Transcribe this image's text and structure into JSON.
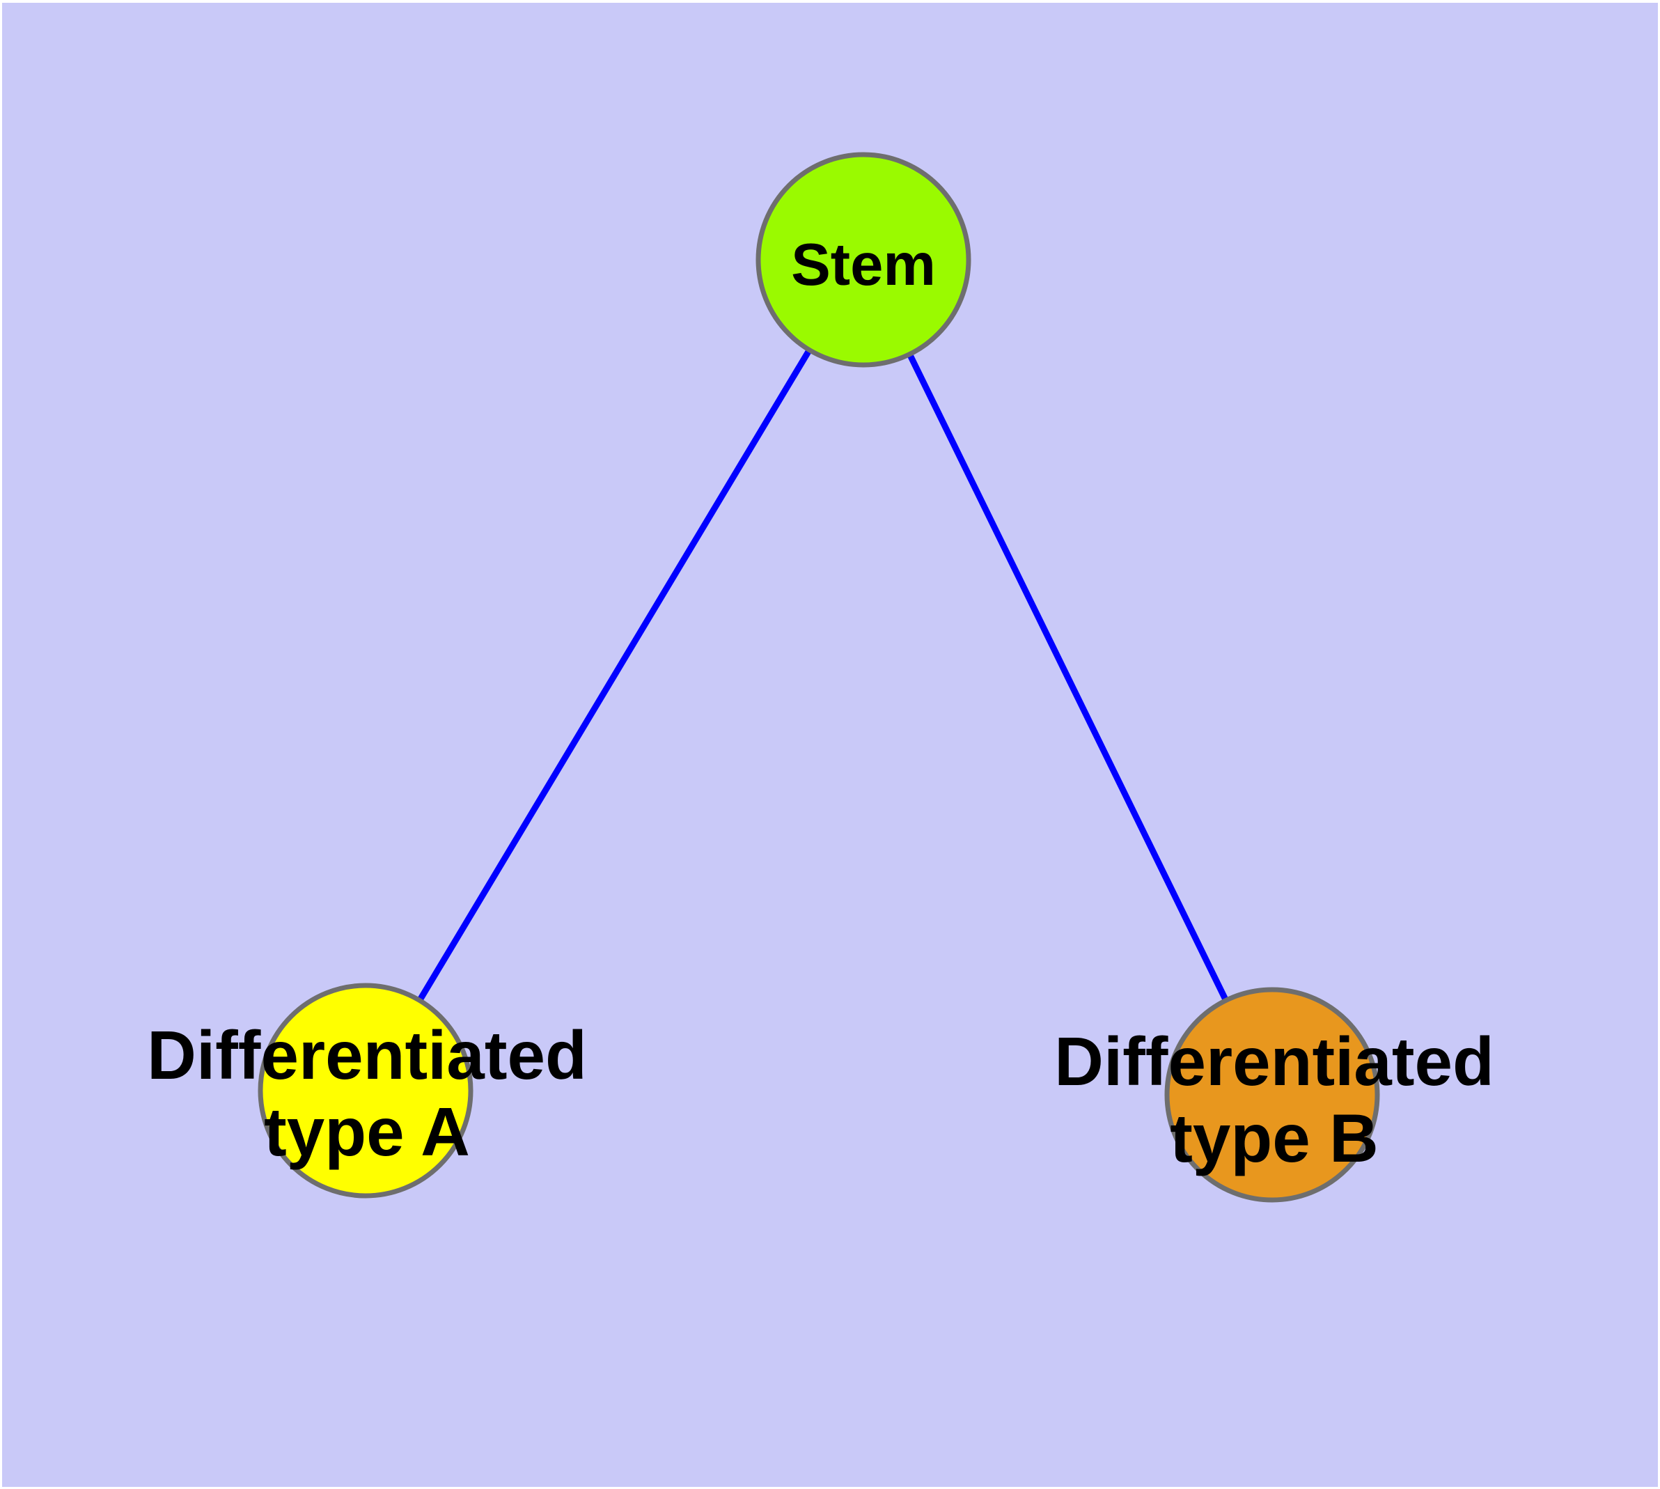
{
  "diagram": {
    "colors": {
      "background": "#C9C9F8",
      "edge": "#0000FF",
      "node_border": "#6E6E6E",
      "label": "#000000"
    },
    "nodes": [
      {
        "id": "stem",
        "lines": [
          "Stem"
        ],
        "fill": "#9AFA00"
      },
      {
        "id": "differentiated-type-a",
        "lines": [
          "Differentiated",
          "type A"
        ],
        "fill": "#FFFF00"
      },
      {
        "id": "differentiated-type-b",
        "lines": [
          "Differentiated",
          "type B"
        ],
        "fill": "#E8971E"
      }
    ],
    "edges": [
      {
        "from": "stem",
        "to": "differentiated-type-a"
      },
      {
        "from": "stem",
        "to": "differentiated-type-b"
      }
    ]
  }
}
